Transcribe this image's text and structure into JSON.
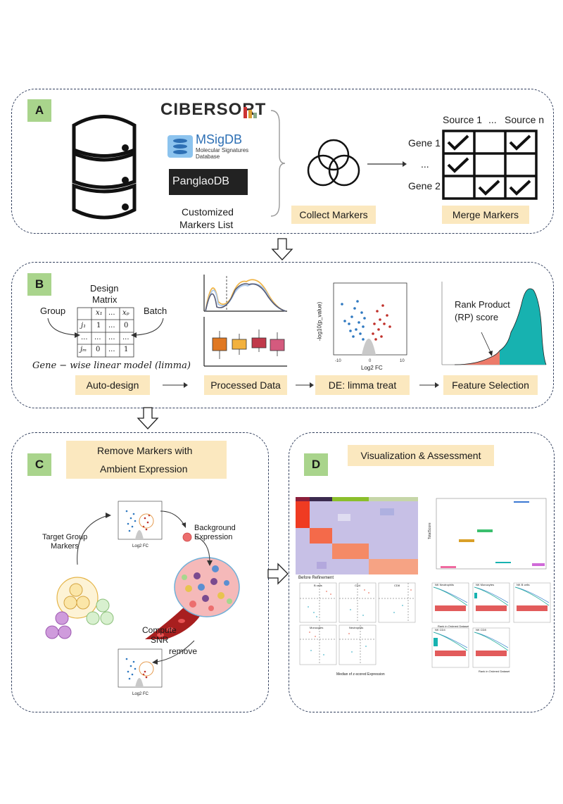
{
  "panel_a": {
    "badge": "A",
    "logos": {
      "cibersort": "CIBERSORT",
      "msigdb": "MSigDB",
      "msigdb_sub1": "Molecular Signatures",
      "msigdb_sub2": "Database",
      "panglao": "PanglaoDB"
    },
    "custom_list_line1": "Customized",
    "custom_list_line2": "Markers List",
    "collect_label": "Collect Markers",
    "merge_label": "Merge Markers",
    "table": {
      "col1": "Source 1",
      "ellipsis": "...",
      "coln": "Source n",
      "row1": "Gene 1",
      "row_dots": "...",
      "row2": "Gene 2"
    }
  },
  "panel_b": {
    "badge": "B",
    "design_title1": "Design",
    "design_title2": "Matrix",
    "group": "Group",
    "batch": "Batch",
    "matrix": {
      "h1": "x₁",
      "h2": "...",
      "h3": "xₚ",
      "r1": "j₁",
      "r2": "...",
      "r3": "jₘ",
      "c11": "1",
      "c12": "...",
      "c13": "0",
      "c21": "...",
      "c22": "...",
      "c23": "...",
      "c31": "0",
      "c32": "...",
      "c33": "1"
    },
    "model": "Gene − wise linear model (limma)",
    "auto_design": "Auto-design",
    "processed_data": "Processed Data",
    "de_label": "DE: limma treat",
    "feature_selection": "Feature Selection",
    "rp_line1": "Rank Product",
    "rp_line2": "(RP) score",
    "volcano_ylabel": "-log10(p_value)",
    "volcano_xlabel": "Log2 FC"
  },
  "panel_c": {
    "badge": "C",
    "title1": "Remove Markers with",
    "title2": "Ambient Expression",
    "target1": "Target Group",
    "target2": "Markers",
    "background1": "Background",
    "background2": "Expression",
    "compute1": "Compute",
    "compute2": "SNR",
    "remove": "remove",
    "volcano_xlabel": "Log2 FC"
  },
  "panel_d": {
    "badge": "D",
    "title": "Visualization & Assessment",
    "before_refinement": "Before Refinement",
    "scatter_titles": [
      "B cells",
      "CD4",
      "CD8",
      "Monocytes",
      "Neutrophils"
    ],
    "scatter_xlabel": "Median of z-scored Expression",
    "gsea_titles": [
      "NK Neutrophils",
      "NK Monocytes",
      "NK B cells",
      "NK CD4",
      "NK CD8"
    ],
    "gsea_xlabel": "Rank in Ordered Dataset",
    "box_ylabel": "TotalScore"
  },
  "colors": {
    "badge": "#a9d48c",
    "label_bg": "#fbe8bf",
    "border": "#33405e",
    "volcano_blue": "#2e78c0",
    "volcano_red": "#c0302a",
    "teal": "#17b2b0",
    "salmon": "#ec7b6a"
  }
}
